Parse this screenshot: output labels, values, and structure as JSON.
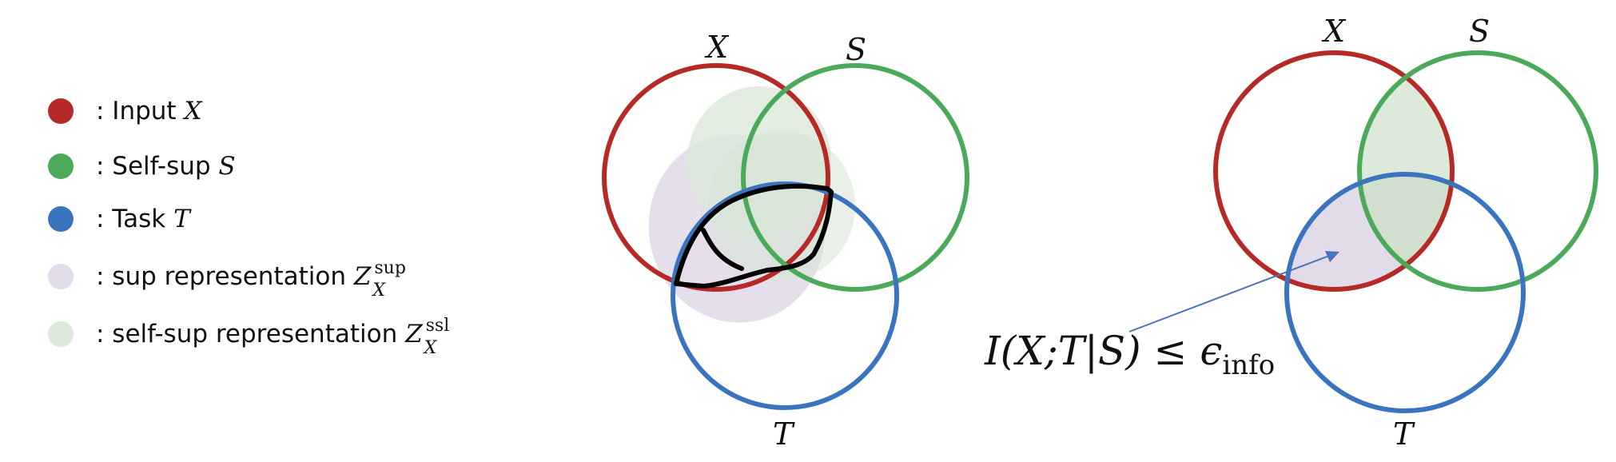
{
  "legend": {
    "items": [
      {
        "id": "input",
        "label": ": Input ",
        "symbol": "X",
        "color": "#b52a26"
      },
      {
        "id": "selfsup",
        "label": ": Self-sup ",
        "symbol": "S",
        "color": "#4aaa5a"
      },
      {
        "id": "task",
        "label": ": Task ",
        "symbol": "T",
        "color": "#3a74be"
      },
      {
        "id": "suprep",
        "label": ": sup representation ",
        "symbol": "Z",
        "sup": "sup",
        "sub": "X",
        "color": "#e2dbea"
      },
      {
        "id": "sslrep",
        "label": ": self-sup representation ",
        "symbol": "Z",
        "sup": "ssl",
        "sub": "X",
        "color": "#dde9db"
      }
    ]
  },
  "diagrams": {
    "left": {
      "labels": {
        "x": "X",
        "s": "S",
        "t": "T"
      }
    },
    "right": {
      "labels": {
        "x": "X",
        "s": "S",
        "t": "T"
      }
    }
  },
  "annotation": {
    "formula": {
      "main": "I(X;T|S) ≤ ϵ",
      "sub": "info"
    },
    "arrow_color": "#4a72b8"
  },
  "colors": {
    "x_circle": "#b52a26",
    "s_circle": "#4aaa5a",
    "t_circle": "#3a74be",
    "sup_fill": "#e2dbea",
    "ssl_fill": "#dde9db",
    "outline": "#000000"
  }
}
